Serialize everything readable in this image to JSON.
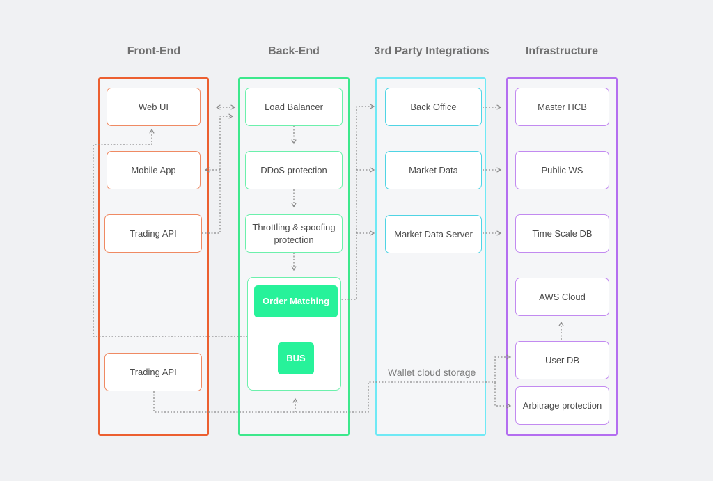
{
  "headers": {
    "frontend": "Front-End",
    "backend": "Back-End",
    "third_party": "3rd Party Integrations",
    "infrastructure": "Infrastructure"
  },
  "frontend": {
    "web_ui": "Web UI",
    "mobile_app": "Mobile App",
    "trading_api_1": "Trading API",
    "trading_api_2": "Trading API"
  },
  "backend": {
    "load_balancer": "Load Balancer",
    "ddos": "DDoS protection",
    "throttling": "Throttling & spoofing protection",
    "order_matching": "Order Matching",
    "bus": "BUS"
  },
  "third_party": {
    "back_office": "Back Office",
    "market_data": "Market Data",
    "market_data_server": "Market Data Server",
    "wallet_cloud_storage": "Wallet cloud storage"
  },
  "infrastructure": {
    "master_hcb": "Master HCB",
    "public_ws": "Public WS",
    "time_scale_db": "Time Scale DB",
    "aws_cloud": "AWS Cloud",
    "user_db": "User DB",
    "arbitrage": "Arbitrage protection"
  },
  "colors": {
    "frontend": "#ec5f30",
    "backend": "#3de88c",
    "third_party": "#6fe9f5",
    "infrastructure": "#b46ef0",
    "accent": "#27f29a",
    "connector": "#8a8a8a"
  }
}
